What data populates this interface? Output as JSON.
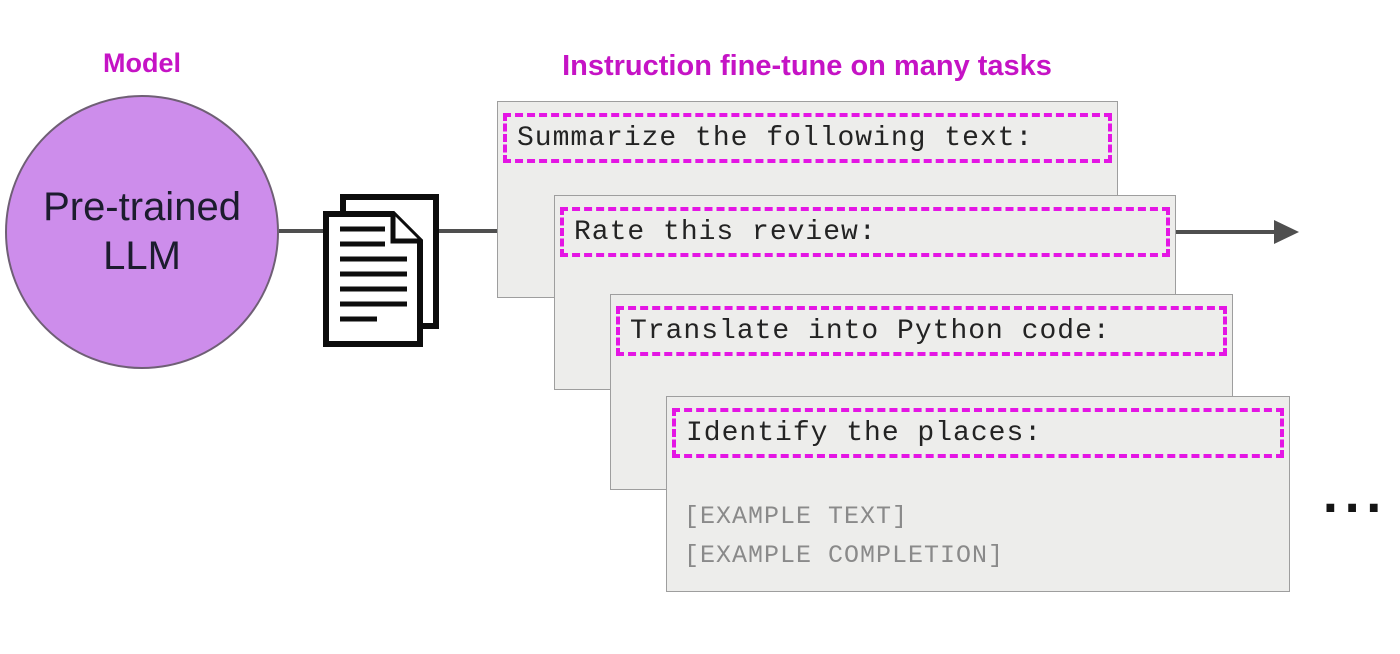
{
  "model": {
    "label": "Model",
    "circle_line1": "Pre-trained",
    "circle_line2": "LLM"
  },
  "pipeline": {
    "title": "Instruction fine-tune on many tasks",
    "cards": [
      {
        "instruction": "Summarize the following text:"
      },
      {
        "instruction": "Rate this review:"
      },
      {
        "instruction": "Translate into Python code:"
      },
      {
        "instruction": "Identify the places:",
        "example_lines": [
          "[EXAMPLE TEXT]",
          "[EXAMPLE COMPLETION]"
        ]
      }
    ],
    "more_indicator": "..."
  },
  "icons": {
    "documents": "training-documents-icon",
    "arrow": "flow-arrow-icon"
  },
  "colors": {
    "accent_magenta": "#c513c5",
    "dashed_border_magenta": "#e416e4",
    "circle_fill": "#cd8deb",
    "card_background": "#ededeb",
    "card_border": "#9e9e9e",
    "line_gray": "#4f4f4f",
    "instruction_text": "#232323",
    "example_text": "#8a8a8a"
  }
}
